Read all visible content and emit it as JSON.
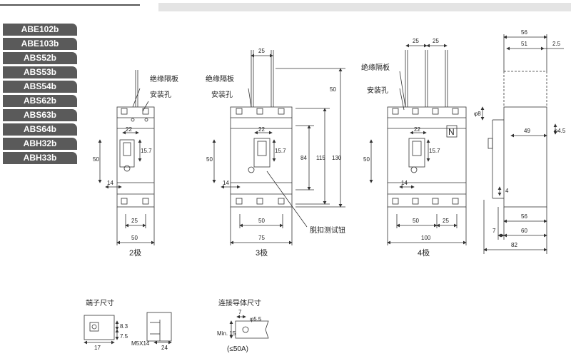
{
  "models": [
    "ABE102b",
    "ABE103b",
    "ABS52b",
    "ABS53b",
    "ABS54b",
    "ABS62b",
    "ABS63b",
    "ABS64b",
    "ABH32b",
    "ABH33b"
  ],
  "labels": {
    "insulation_barrier": "绝缘隔板",
    "mounting_hole": "安装孔",
    "trip_test_button": "脱扣测试钮",
    "pole2": "2极",
    "pole3": "3极",
    "pole4": "4极",
    "terminal_size": "端子尺寸",
    "connector_size": "连接导体尺寸",
    "current_note": "(≤50A)",
    "n_mark": "N"
  },
  "dims": {
    "d22": "22",
    "d15_7": "15.7",
    "d50": "50",
    "d14": "14",
    "d25": "25",
    "d75": "75",
    "d84": "84",
    "d115": "115",
    "d130": "130",
    "d100": "100",
    "d56": "56",
    "d51": "51",
    "d2_5": "2.5",
    "d8": "φ8",
    "d49": "49",
    "d4_5": "φ4.5",
    "d4": "4",
    "d7": "7",
    "d60": "60",
    "d82": "82",
    "d8_3": "8.3",
    "d17": "17",
    "d7_5": "7.5",
    "m5x14": "M5X14",
    "d24": "24",
    "d5_5": "φ5.5",
    "d15min": "Min. 15"
  }
}
